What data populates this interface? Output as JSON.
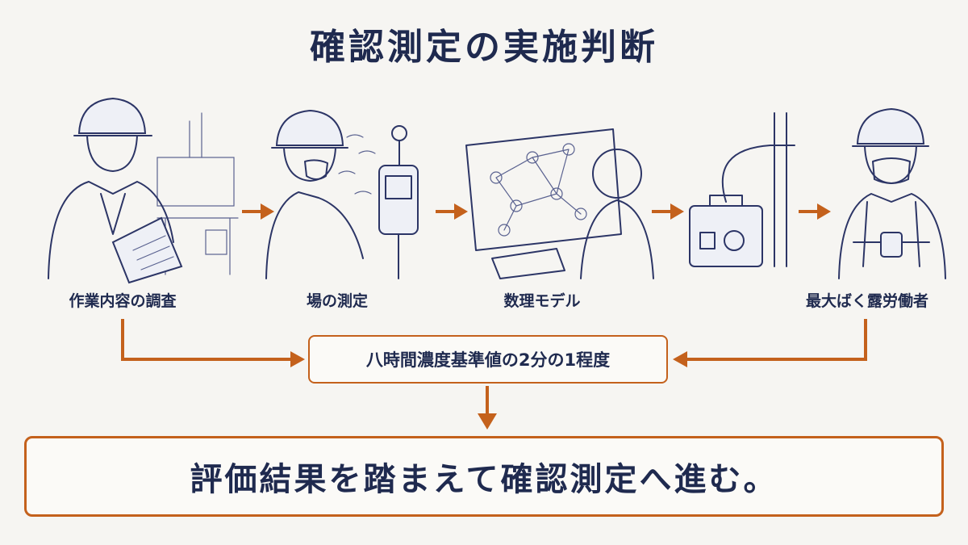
{
  "title": "確認測定の実施判断",
  "stages": [
    {
      "label": "作業内容の調査",
      "icon": "worker-with-clipboard-icon"
    },
    {
      "label": "場の測定",
      "icon": "worker-with-meter-icon"
    },
    {
      "label": "数理モデル",
      "icon": "person-at-model-screen-icon"
    },
    {
      "label": "",
      "icon": "sampling-pump-icon"
    },
    {
      "label": "最大ばく露労働者",
      "icon": "worker-with-personal-sampler-icon"
    }
  ],
  "middle_box": "八時間濃度基準値の2分の1程度",
  "bottom_box": "評価結果を踏まえて確認測定へ進む。",
  "colors": {
    "accent": "#c4611c",
    "text": "#1f2a4f",
    "background": "#f6f5f2"
  }
}
